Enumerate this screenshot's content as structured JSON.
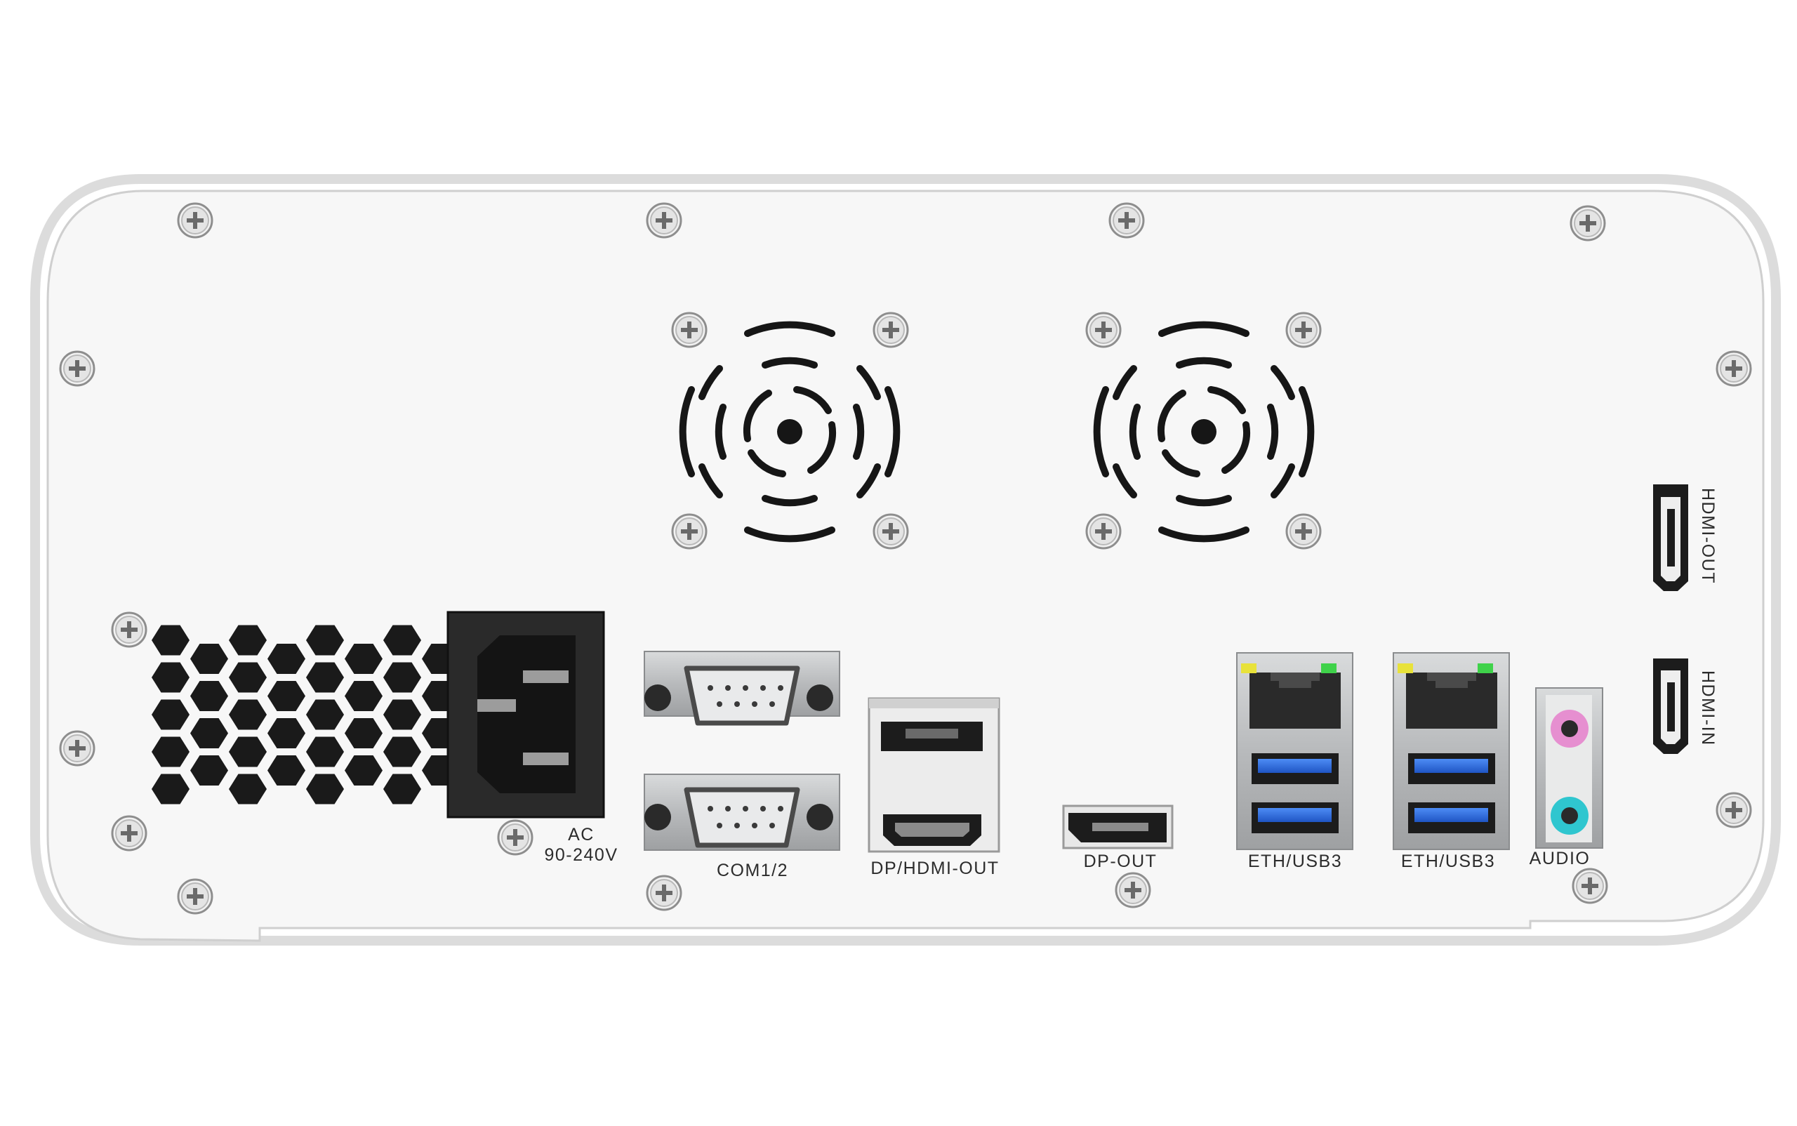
{
  "device": "rear-io-panel",
  "colors": {
    "panel": "#f4f4f4",
    "panel_edge": "#d6d6d6",
    "port_dark": "#1e1e1e",
    "port_metal": "#bfc1c3",
    "usb3_blue": "#2f6fe0",
    "led_yellow": "#e8e23a",
    "led_green": "#3fd24a",
    "mic_pink": "#e68fd0",
    "line_teal": "#2fc6cf"
  },
  "labels": {
    "ac": "AC",
    "ac_voltage": "90-240V",
    "com": "COM1/2",
    "dp_hdmi_out": "DP/HDMI-OUT",
    "dp_out": "DP-OUT",
    "eth_usb3_1": "ETH/USB3",
    "eth_usb3_2": "ETH/USB3",
    "audio": "AUDIO",
    "hdmi_out1": "HDMI-OUT",
    "hdmi_in": "HDMI-IN"
  }
}
